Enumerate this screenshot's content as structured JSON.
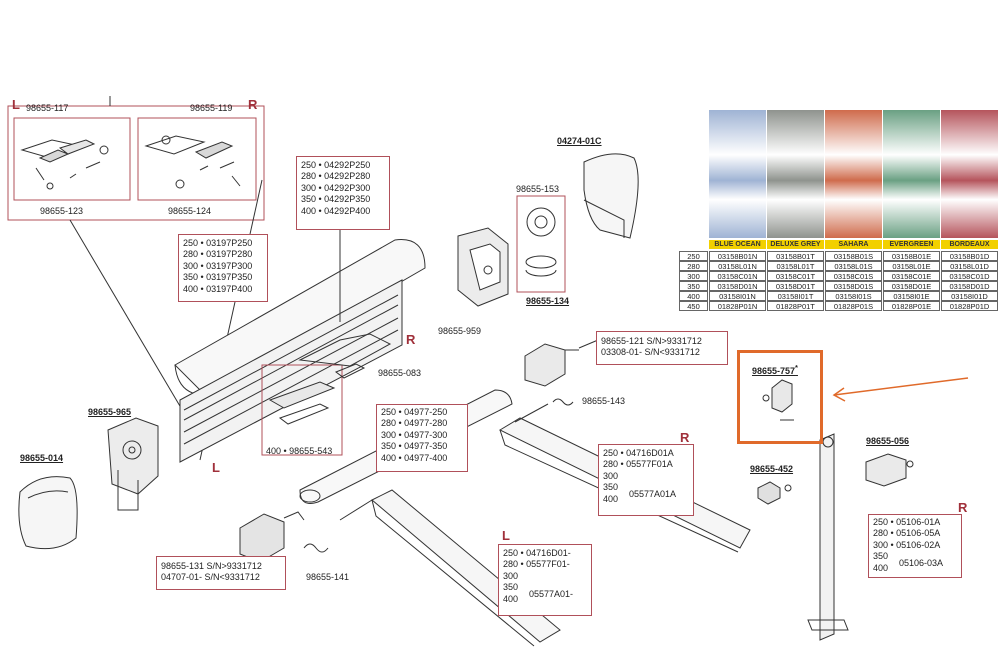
{
  "labels": {
    "l_117": "98655-117",
    "l_119": "98655-119",
    "l_123": "98655-123",
    "l_124": "98655-124",
    "p04274": "04274-01C",
    "p153": "98655-153",
    "p134": "98655-134",
    "p959": "98655-959",
    "p083": "98655-083",
    "p965": "98655-965",
    "p014": "98655-014",
    "p143": "98655-143",
    "p757": "98655-757",
    "p757_star": "*",
    "p452": "98655-452",
    "p056": "98655-056",
    "p141": "98655-141",
    "p543": "400 • 98655-543"
  },
  "sides": {
    "L": "L",
    "R": "R"
  },
  "boxes": {
    "lead_rail": [
      "250 • 04292P250",
      "280 • 04292P280",
      "300 • 04292P300",
      "350 • 04292P350",
      "400 • 04292P400"
    ],
    "case": [
      "250 • 03197P250",
      "280 • 03197P280",
      "300 • 03197P300",
      "350 • 03197P350",
      "400 • 03197P400"
    ],
    "roller": [
      "250 • 04977-250",
      "280 • 04977-280",
      "300 • 04977-300",
      "350 • 04977-350",
      "400 • 04977-400"
    ],
    "motor_r": [
      "98655-121  S/N>9331712",
      "03308-01-  S/N<9331712"
    ],
    "motor_l": [
      "98655-131  S/N>9331712",
      "04707-01-  S/N<9331712"
    ],
    "motor_l_star": "*",
    "arm_r": [
      "250 • 04716D01A",
      "280 • 05577F01A",
      "300",
      "350",
      "400"
    ],
    "arm_r_shared": "05577A01A",
    "arm_l": [
      "250 • 04716D01-",
      "280 • 05577F01-",
      "300",
      "350",
      "400"
    ],
    "arm_l_shared": "05577A01-",
    "leg": [
      "250 • 05106-01A",
      "280 • 05106-05A",
      "300 • 05106-02A"
    ],
    "leg_group": [
      "350",
      "400"
    ],
    "leg_shared": "05106-03A"
  },
  "color_table": {
    "headers": [
      "BLUE OCEAN",
      "DELUXE GREY",
      "SAHARA",
      "EVERGREEN",
      "BORDEAUX"
    ],
    "swatch_colors": [
      "#9fb3d4",
      "#8f938e",
      "#cf6b4c",
      "#6aa083",
      "#b5545c"
    ],
    "rows": [
      {
        "size": "250",
        "codes": [
          "03158B01N",
          "03158B01T",
          "03158B01S",
          "03158B01E",
          "03158B01D"
        ]
      },
      {
        "size": "280",
        "codes": [
          "03158L01N",
          "03158L01T",
          "03158L01S",
          "03158L01E",
          "03158L01D"
        ]
      },
      {
        "size": "300",
        "codes": [
          "03158C01N",
          "03158C01T",
          "03158C01S",
          "03158C01E",
          "03158C01D"
        ]
      },
      {
        "size": "350",
        "codes": [
          "03158D01N",
          "03158D01T",
          "03158D01S",
          "03158D01E",
          "03158D01D"
        ]
      },
      {
        "size": "400",
        "codes": [
          "03158I01N",
          "03158I01T",
          "03158I01S",
          "03158I01E",
          "03158I01D"
        ]
      },
      {
        "size": "450",
        "codes": [
          "01828P01N",
          "01828P01T",
          "01828P01S",
          "01828P01E",
          "01828P01D"
        ]
      }
    ]
  },
  "colors": {
    "frame": "#b0505a",
    "highlight": "#e06a2a",
    "arrow": "#e06a2a",
    "side_letter": "#a0303a",
    "header_bg": "#f2d000"
  }
}
